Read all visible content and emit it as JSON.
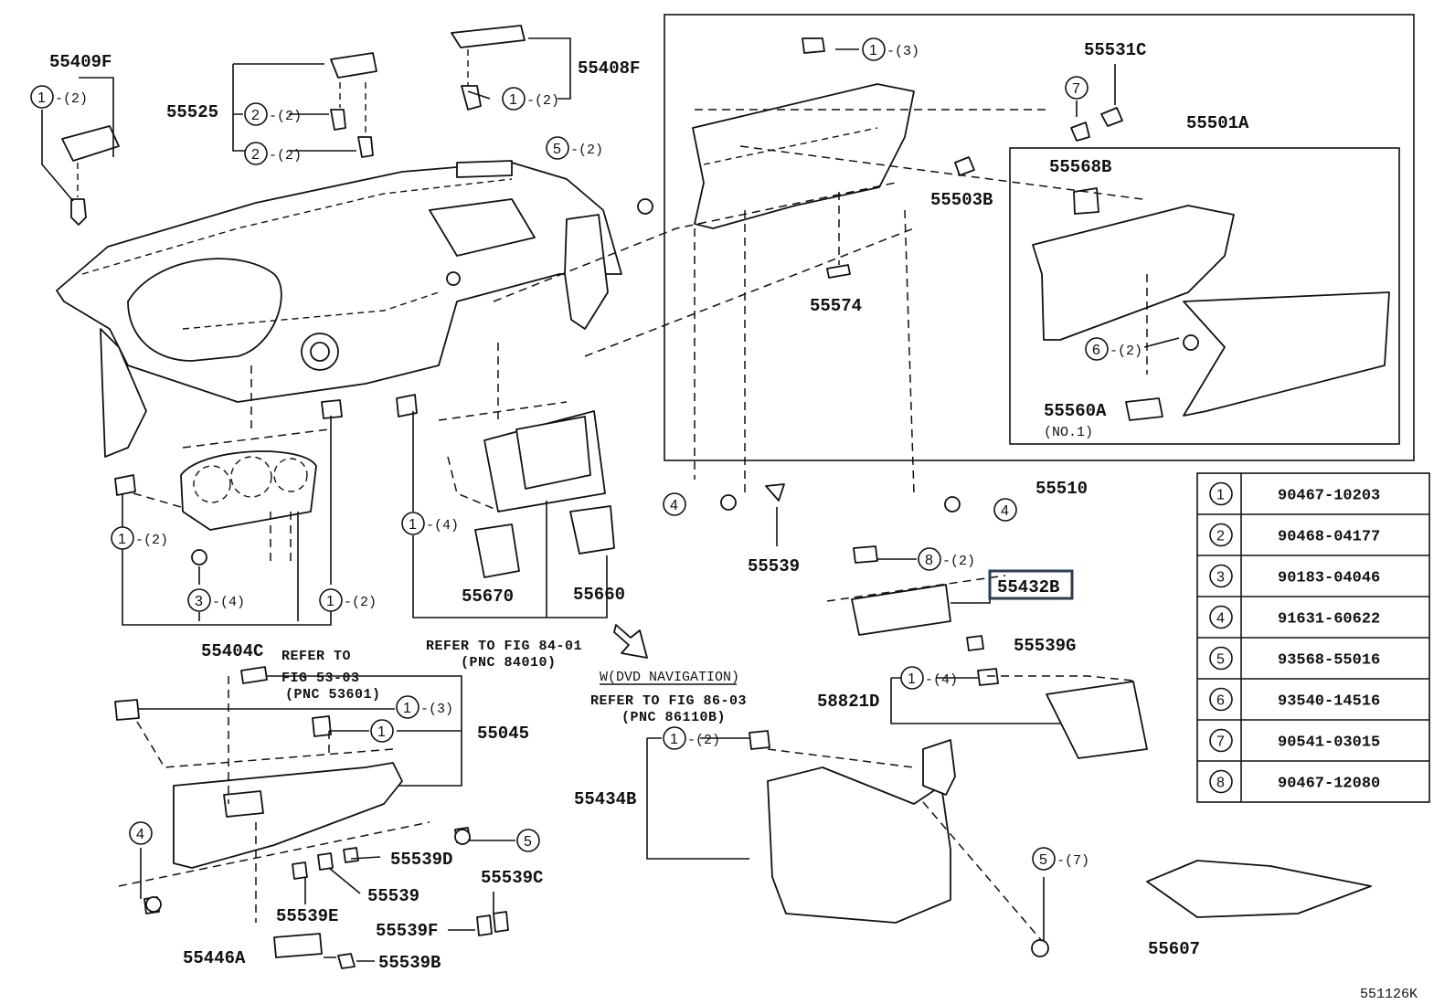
{
  "figure_code": "551126K",
  "part_labels": {
    "p55409F": "55409F",
    "p55525": "55525",
    "p55408F": "55408F",
    "p55531C": "55531C",
    "p55501A": "55501A",
    "p55568B": "55568B",
    "p55503B": "55503B",
    "p55574": "55574",
    "p55560A": "55560A",
    "p55560A_note": "(NO.1)",
    "p55510": "55510",
    "p55539a": "55539",
    "p55432B": "55432B",
    "p55539G": "55539G",
    "p58821D": "58821D",
    "p55670": "55670",
    "p55660": "55660",
    "p55404C": "55404C",
    "p55045": "55045",
    "p55434B": "55434B",
    "p55539D": "55539D",
    "p55539b": "55539",
    "p55539E": "55539E",
    "p55539C": "55539C",
    "p55539F": "55539F",
    "p55446A": "55446A",
    "p55539B": "55539B",
    "p55607": "55607"
  },
  "callouts": {
    "c_top_3": {
      "num": "1",
      "qty": "-(3)"
    },
    "c_55409F": {
      "num": "1",
      "qty": "-(2)"
    },
    "c_55525a": {
      "num": "2",
      "qty": "-(2)"
    },
    "c_55525b": {
      "num": "2",
      "qty": "-(2)"
    },
    "c_55408F": {
      "num": "1",
      "qty": "-(2)"
    },
    "c_5_2": {
      "num": "5",
      "qty": "-(2)"
    },
    "c_7": {
      "num": "7",
      "qty": ""
    },
    "c_6_2": {
      "num": "6",
      "qty": "-(2)"
    },
    "c_4_left": {
      "num": "4",
      "qty": ""
    },
    "c_4_right": {
      "num": "4",
      "qty": ""
    },
    "c_8_2": {
      "num": "8",
      "qty": "-(2)"
    },
    "c_58821D": {
      "num": "1",
      "qty": "-(4)"
    },
    "c_1_4": {
      "num": "1",
      "qty": "-(4)"
    },
    "c_cluster_1_2": {
      "num": "1",
      "qty": "-(2)"
    },
    "c_cluster_3_4": {
      "num": "3",
      "qty": "-(4)"
    },
    "c_cluster_1_2b": {
      "num": "1",
      "qty": "-(2)"
    },
    "c_55045_3": {
      "num": "1",
      "qty": "-(3)"
    },
    "c_55045_1": {
      "num": "1",
      "qty": ""
    },
    "c_55434B": {
      "num": "1",
      "qty": "-(2)"
    },
    "c_lower_4": {
      "num": "4",
      "qty": ""
    },
    "c_lower_5": {
      "num": "5",
      "qty": ""
    },
    "c_console_5": {
      "num": "5",
      "qty": "-(7)"
    }
  },
  "references": {
    "fig84_line1": "REFER TO FIG 84-01",
    "fig84_line2": "(PNC 84010)",
    "fig53_line1": "REFER TO",
    "fig53_line2": "FIG 53-03",
    "fig53_line3": "(PNC 53601)",
    "fig86_line1": "REFER TO FIG 86-03",
    "fig86_line2": "(PNC 86110B)",
    "dvd_note": "W(DVD NAVIGATION)"
  },
  "legend": [
    {
      "num": "1",
      "part": "90467-10203"
    },
    {
      "num": "2",
      "part": "90468-04177"
    },
    {
      "num": "3",
      "part": "90183-04046"
    },
    {
      "num": "4",
      "part": "91631-60622"
    },
    {
      "num": "5",
      "part": "93568-55016"
    },
    {
      "num": "6",
      "part": "93540-14516"
    },
    {
      "num": "7",
      "part": "90541-03015"
    },
    {
      "num": "8",
      "part": "90467-12080"
    }
  ],
  "highlighted_part": "55432B",
  "colors": {
    "line": "#111111",
    "highlight_box": "#2c3e50",
    "background": "#ffffff"
  }
}
